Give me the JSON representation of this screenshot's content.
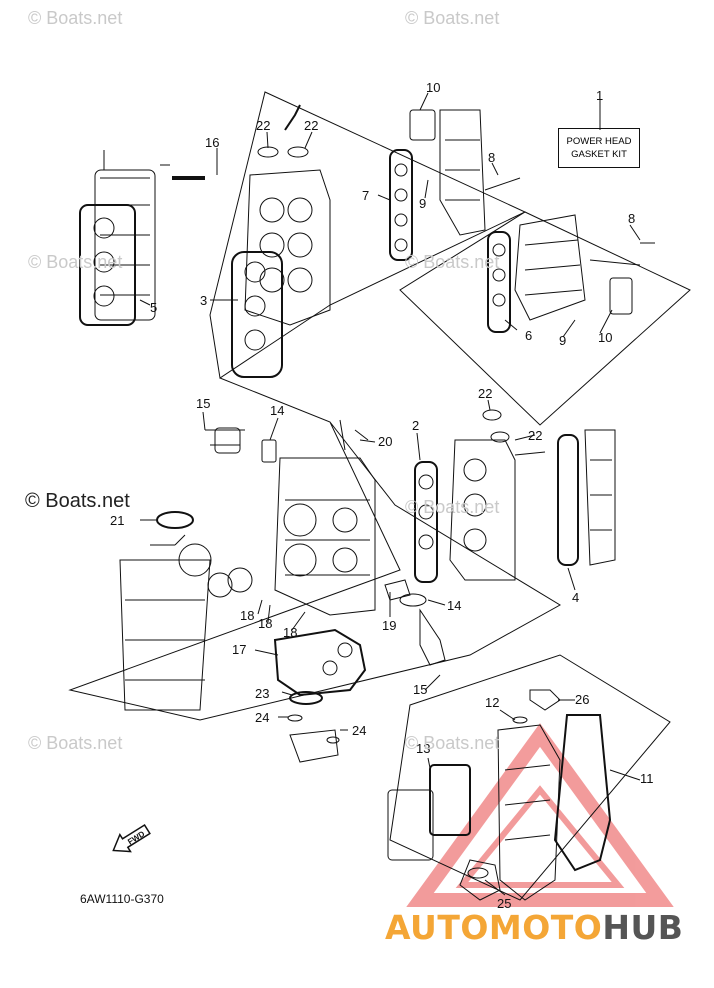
{
  "watermark": "© Boats.net",
  "kit_label_line1": "POWER HEAD",
  "kit_label_line2": "GASKET KIT",
  "diagram_code": "6AW1110-G370",
  "fwd_label": "FWD",
  "logo": {
    "part1": "AUTO",
    "part2": "MOTO",
    "part3": "HUB"
  },
  "callouts": [
    "1",
    "2",
    "3",
    "4",
    "5",
    "6",
    "7",
    "8",
    "8",
    "9",
    "9",
    "10",
    "10",
    "11",
    "12",
    "13",
    "14",
    "14",
    "15",
    "15",
    "16",
    "17",
    "18",
    "18",
    "18",
    "19",
    "20",
    "21",
    "22",
    "22",
    "22",
    "22",
    "23",
    "24",
    "24",
    "25",
    "26"
  ],
  "colors": {
    "line": "#111111",
    "watermark": "#c9c9c9",
    "logo_orange": "#f4a636",
    "logo_gray": "#555555",
    "logo_triangle": "#e94b4b"
  }
}
